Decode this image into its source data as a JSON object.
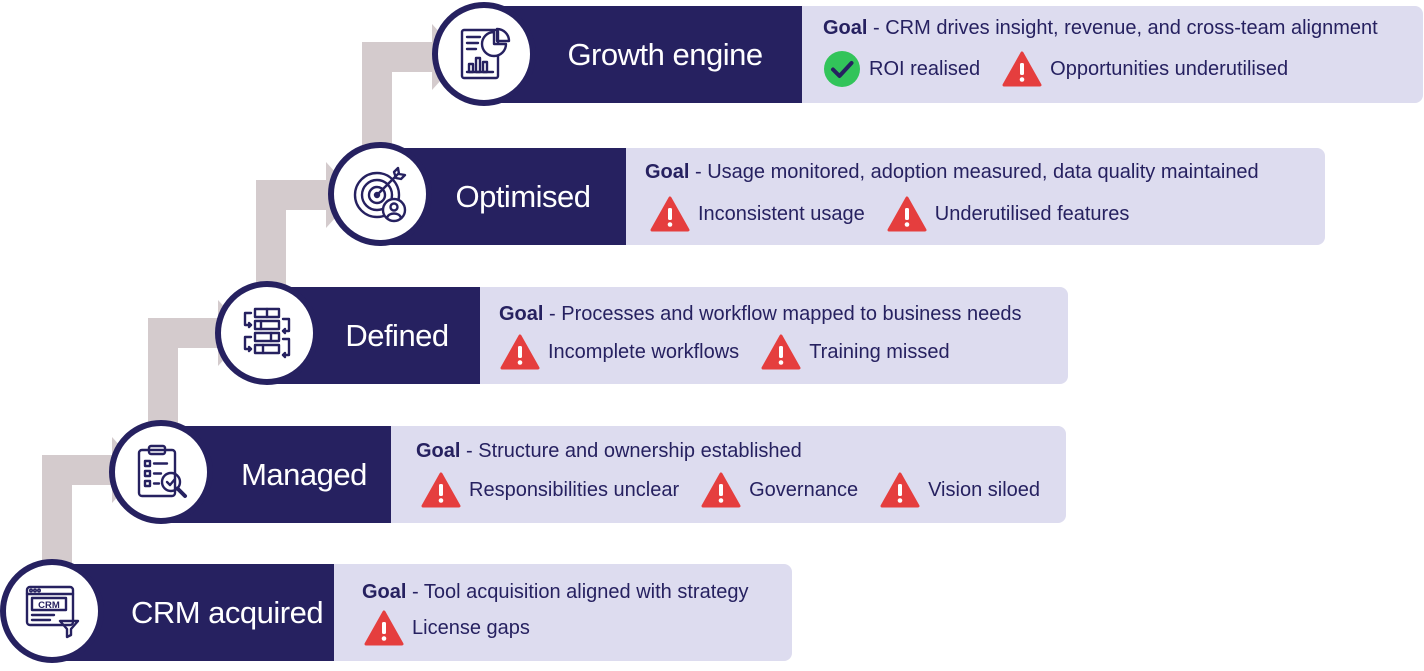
{
  "colors": {
    "navy": "#262160",
    "panel": "#dddcef",
    "arrow": "#d4cbcd",
    "warn": "#e53e3e",
    "ok": "#32c45a"
  },
  "stages": [
    {
      "title": "CRM acquired",
      "icon": "crm-window-icon",
      "goal_label": "Goal",
      "goal_text": " - Tool acquisition aligned with strategy",
      "issues": [
        {
          "type": "warning",
          "text": "License gaps"
        }
      ]
    },
    {
      "title": "Managed",
      "icon": "clipboard-checklist-icon",
      "goal_label": "Goal",
      "goal_text": " - Structure and ownership established",
      "issues": [
        {
          "type": "warning",
          "text": "Responsibilities unclear"
        },
        {
          "type": "warning",
          "text": "Governance"
        },
        {
          "type": "warning",
          "text": "Vision siloed"
        }
      ]
    },
    {
      "title": "Defined",
      "icon": "workflow-blocks-icon",
      "goal_label": "Goal",
      "goal_text": " - Processes and workflow mapped to business needs",
      "issues": [
        {
          "type": "warning",
          "text": "Incomplete workflows"
        },
        {
          "type": "warning",
          "text": "Training missed"
        }
      ]
    },
    {
      "title": "Optimised",
      "icon": "target-user-icon",
      "goal_label": "Goal",
      "goal_text": " - Usage monitored, adoption measured, data quality maintained",
      "issues": [
        {
          "type": "warning",
          "text": "Inconsistent usage"
        },
        {
          "type": "warning",
          "text": "Underutilised features"
        }
      ]
    },
    {
      "title": "Growth engine",
      "icon": "analytics-report-icon",
      "goal_label": "Goal",
      "goal_text": " - CRM drives insight, revenue, and cross-team alignment",
      "issues": [
        {
          "type": "success",
          "text": "ROI realised"
        },
        {
          "type": "warning",
          "text": "Opportunities underutilised"
        }
      ]
    }
  ]
}
